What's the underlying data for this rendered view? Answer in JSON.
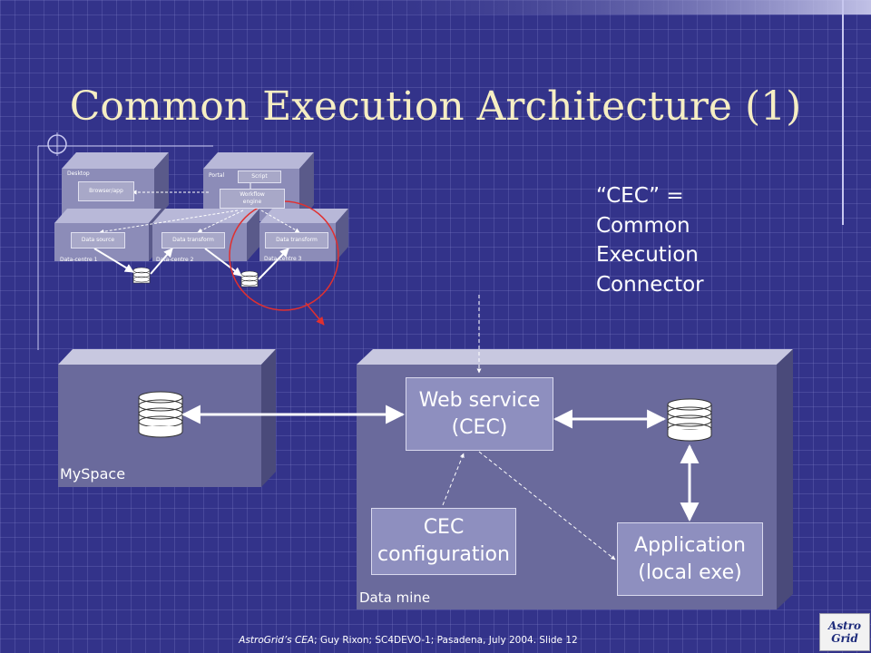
{
  "slide": {
    "title": "Common Execution Architecture (1)",
    "note_lines": [
      "“CEC” =",
      "Common",
      "Execution",
      "Connector"
    ]
  },
  "diagram": {
    "myspace_label": "MySpace",
    "datamine_label": "Data mine",
    "web_service_line1": "Web service",
    "web_service_line2": "(CEC)",
    "config_line1": "CEC",
    "config_line2": "configuration",
    "application_line1": "Application",
    "application_line2": "(local exe)"
  },
  "inset": {
    "desktop": "Desktop",
    "browser": "Browser/app",
    "portal": "Portal",
    "script": "Script",
    "workflow_line1": "Workflow",
    "workflow_line2": "engine",
    "data_source": "Data source",
    "data_transform_1": "Data transform",
    "data_transform_2": "Data transform",
    "dc1": "Data-centre 1",
    "dc2": "Data-centre 2",
    "dc3": "Data-centre 3"
  },
  "footer": {
    "italic": "AstroGrid’s CEA",
    "rest": "; Guy Rixon; SC4DEVO-1; Pasadena, July 2004. Slide 12"
  },
  "logo": {
    "line1": "Astro",
    "line2": "Grid"
  },
  "colors": {
    "background": "#33338a",
    "title": "#f6eec3",
    "highlight_circle": "#e03030"
  }
}
